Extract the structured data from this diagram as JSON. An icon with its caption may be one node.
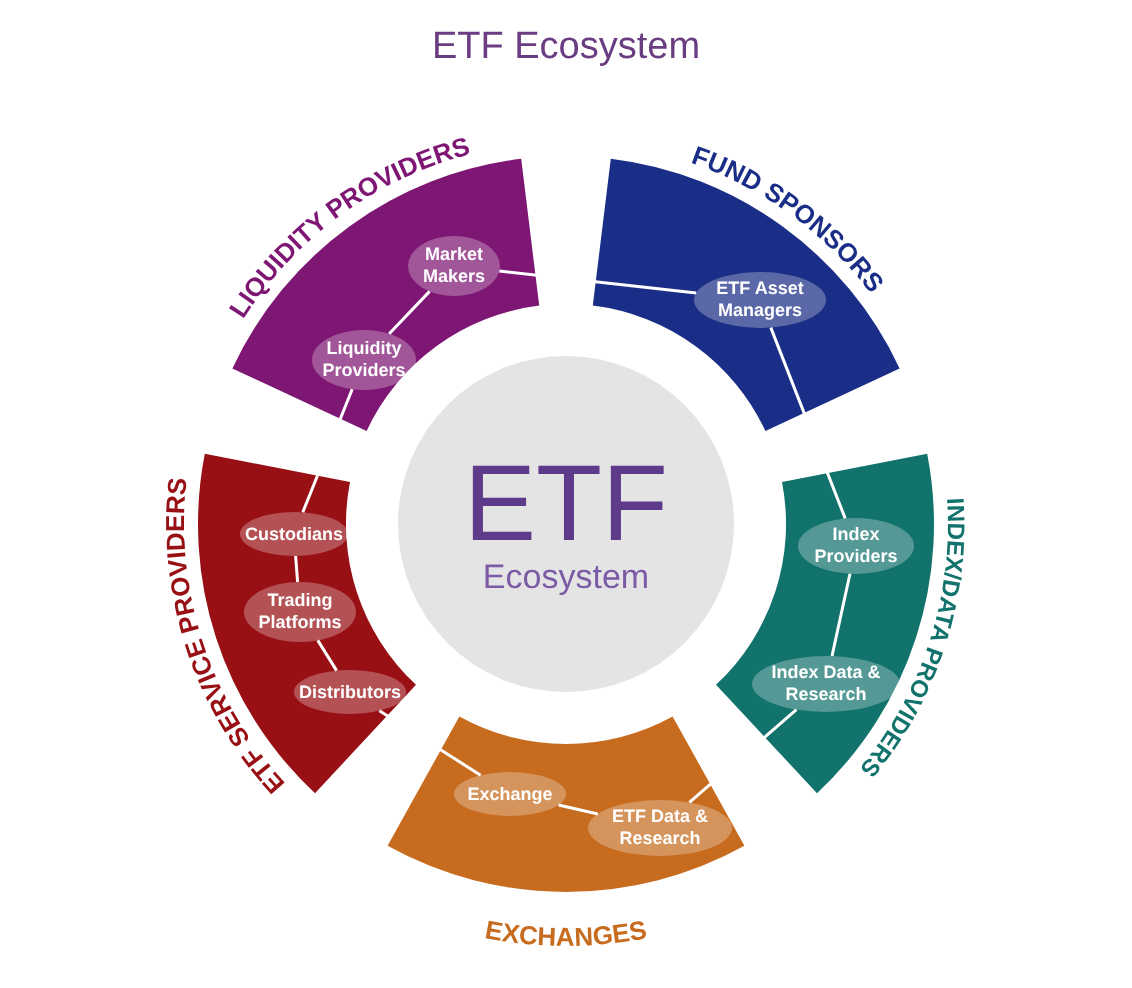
{
  "diagram": {
    "title": "ETF Ecosystem",
    "nodes": [
      {
        "text": [
          "ETF",
          "Ecosystem"
        ]
      },
      {
        "text": [
          "LIQUIDITY PROVIDERS"
        ]
      },
      {
        "text": [
          "Market Makers"
        ],
        "in": 1
      },
      {
        "text": [
          "Liquidity Providers"
        ],
        "in": 1
      },
      {
        "text": [
          "FUND SPONSORS"
        ]
      },
      {
        "text": [
          "ETF Asset Managers"
        ],
        "in": 4
      },
      {
        "text": [
          "ETF SERVICE PROVIDERS"
        ]
      },
      {
        "text": [
          "Custodians"
        ],
        "in": 6
      },
      {
        "text": [
          "Trading Platforms"
        ],
        "in": 6
      },
      {
        "text": [
          "Distributors"
        ],
        "in": 6
      },
      {
        "text": [
          "INDEX/DATA PROVIDERS"
        ]
      },
      {
        "text": [
          "Index Providers"
        ],
        "in": 10
      },
      {
        "text": [
          "Index Data & Research"
        ],
        "in": 10
      },
      {
        "text": [
          "EXCHANGES"
        ]
      },
      {
        "text": [
          "Exchange"
        ],
        "in": 13
      },
      {
        "text": [
          "ETF Data & Research"
        ],
        "in": 13
      }
    ],
    "edges": [
      {
        "from": 2,
        "to": 3,
        "arrow": "none"
      },
      {
        "from": 2,
        "to": 5,
        "arrow": "none"
      },
      {
        "from": 3,
        "to": 7,
        "arrow": "none"
      },
      {
        "from": 7,
        "to": 8,
        "arrow": "none"
      },
      {
        "from": 8,
        "to": 9,
        "arrow": "none"
      },
      {
        "from": 9,
        "to": 14,
        "arrow": "none"
      },
      {
        "from": 14,
        "to": 15,
        "arrow": "none"
      },
      {
        "from": 15,
        "to": 12,
        "arrow": "none"
      },
      {
        "from": 12,
        "to": 11,
        "arrow": "none"
      },
      {
        "from": 11,
        "to": 5,
        "arrow": "none"
      }
    ]
  }
}
